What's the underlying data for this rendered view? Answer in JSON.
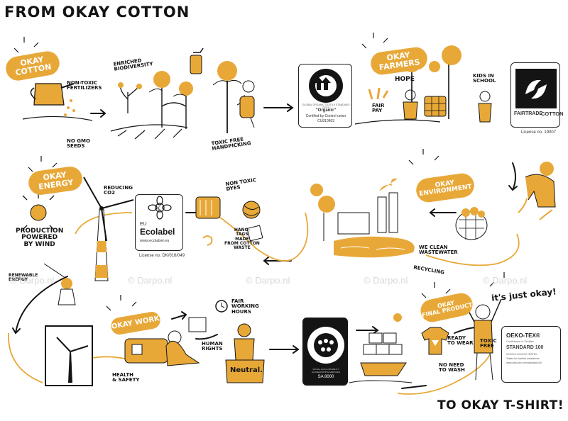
{
  "title": "FROM OKAY COTTON",
  "footer": "TO OKAY T-SHIRT!",
  "bubbles": {
    "cotton": "OKAY\nCOTTON",
    "farmers": "OKAY\nFARMERS",
    "energy": "OKAY\nENERGY",
    "environment": "OKAY\nENVIRONMENT",
    "work": "OKAY WORK",
    "final": "OKAY\nFINAL PRODUCT"
  },
  "labels": {
    "non_toxic_fertilizers": "NON-TOXIC\nFERTILIZERS",
    "no_gmo_seeds": "NO GMO\nSEEDS",
    "enriched_biodiversity": "ENRICHED\nBIODIVERSITY",
    "toxic_free_handpicking": "TOXIC FREE\nHANDPICKING",
    "fair_pay": "FAIR\nPAY",
    "hope": "HOPE",
    "kids_in_school": "KIDS IN\nSCHOOL",
    "reducing_co2": "REDUCING\nCO2",
    "production_powered_by_wind": "PRODUCTION\nPOWERED\nBY WIND",
    "renewable_energy": "RENEWABLE\nENERGY",
    "non_toxic_dyes": "NON TOXIC\nDYES",
    "hang_tags": "HANG-\nTAGS\nMADE\nFROM COTTON\nWASTE",
    "we_clean_wastewater": "WE CLEAN\nWASTEWATER",
    "recycling": "RECYCLING",
    "fair_working_hours": "FAIR\nWORKING\nHOURS",
    "human_rights": "HUMAN\nRIGHTS",
    "health_safety": "HEALTH\n& SAFETY",
    "neutral": "Neutral.",
    "ready_to_wear": "READY\nTO WEAR",
    "no_need_to_wash": "NO NEED\nTO WASH",
    "toxic_free": "TOXIC\nFREE",
    "its_just_okay": "it's just okay!"
  },
  "certs": {
    "gots_ring": "GLOBAL ORGANIC TEXTILE STANDARD · GOTS ·",
    "gots_organic": "\"Organic\"",
    "gots_certified": "Certified by Control union",
    "gots_code": "CU810963",
    "fairtrade_name": "FAIRTRADE",
    "fairtrade_cotton": "COTTON",
    "fairtrade_license": "License no. 19007",
    "ecolabel_eu": "EU",
    "ecolabel_name": "Ecolabel",
    "ecolabel_url": "www.ecolabel.eu",
    "ecolabel_license": "License no. DK/016/049",
    "sa8000": "SA 8000",
    "sa_ring": "SOCIAL ACCOUNTABILITY ACCREDITATION SERVICES",
    "oeko_title": "OEKO-TEX®",
    "oeko_sub": "Confidence in Textiles",
    "oeko_std": "STANDARD 100",
    "oeko_line1": "XXXXXX XXXXXX TESTEX",
    "oeko_line2": "Tested for harmful substances",
    "oeko_line3": "www.oeko-tex.com/standard100"
  },
  "watermarks": [
    "© Darpo.nl",
    "© Darpo.nl",
    "© Darpo.nl",
    "© Darpo.nl",
    "© Darpo.nl"
  ],
  "colors": {
    "accent": "#e8a838",
    "ink": "#141414",
    "bubble_text": "#ffffff"
  }
}
